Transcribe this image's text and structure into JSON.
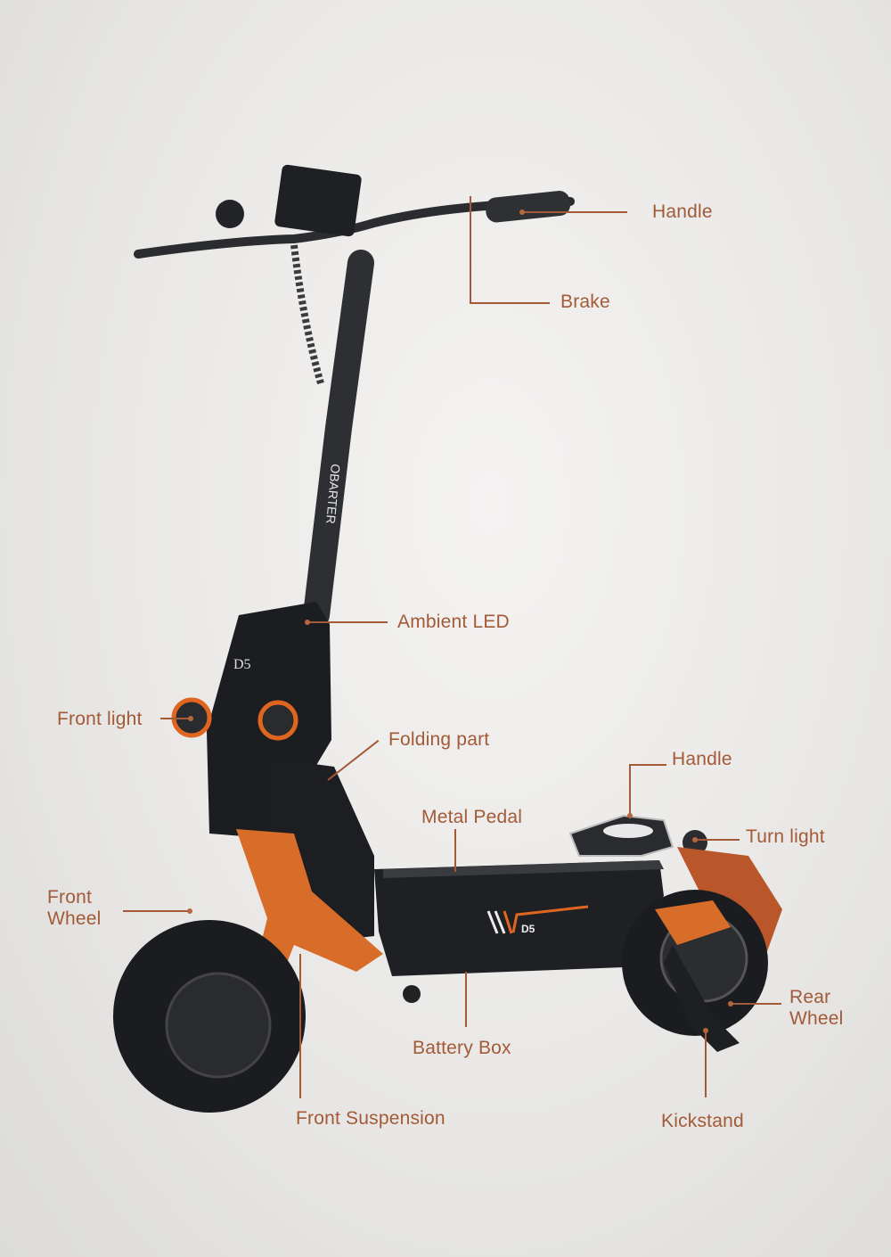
{
  "diagram": {
    "subject": "Electric scooter parts diagram",
    "model_badge": "D5",
    "stem_brand": "OBARTER",
    "accent_color": "#e0661f",
    "label_color": "#a35a37",
    "labels": {
      "handle_bar": "Handle",
      "brake": "Brake",
      "ambient_led": "Ambient LED",
      "front_light": "Front light",
      "folding_part": "Folding part",
      "rear_handle": "Handle",
      "metal_pedal": "Metal Pedal",
      "turn_light": "Turn light",
      "front_wheel_line1": "Front",
      "front_wheel_line2": "Wheel",
      "rear_wheel_line1": "Rear",
      "rear_wheel_line2": "Wheel",
      "battery_box": "Battery Box",
      "front_suspension": "Front Suspension",
      "kickstand": "Kickstand"
    }
  }
}
